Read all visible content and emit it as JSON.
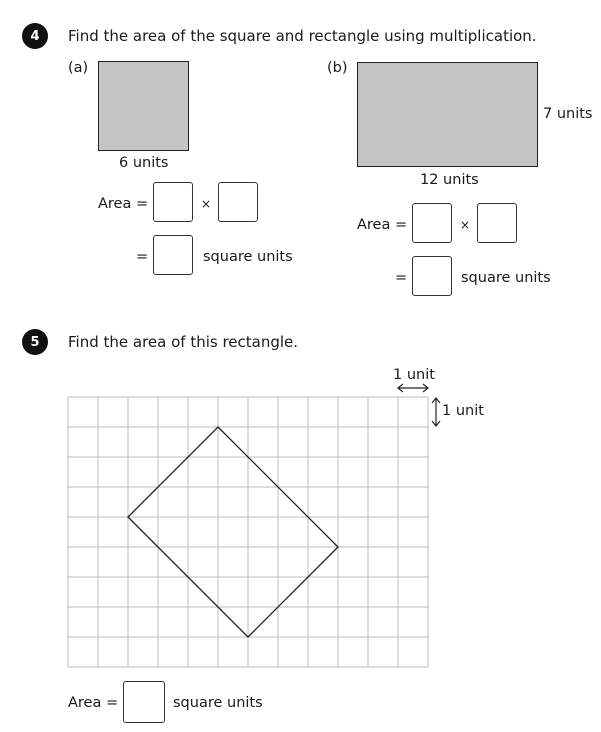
{
  "q4": {
    "number": "4",
    "text": "Find the area of the square and rectangle using multiplication.",
    "part_a": {
      "label": "(a)",
      "side_label": "6 units",
      "area_label": "Area =",
      "times": "×",
      "equals": "=",
      "units": "square units"
    },
    "part_b": {
      "label": "(b)",
      "height_label": "7 units",
      "width_label": "12 units",
      "area_label": "Area =",
      "times": "×",
      "equals": "=",
      "units": "square units"
    }
  },
  "q5": {
    "number": "5",
    "text": "Find the area of this rectangle.",
    "legend_horizontal": "1 unit",
    "legend_vertical": "1 unit",
    "grid": {
      "columns": 12,
      "rows": 9
    },
    "shape_vertices": [
      [
        5,
        1
      ],
      [
        9,
        5
      ],
      [
        6,
        8
      ],
      [
        2,
        4
      ]
    ],
    "area_label": "Area =",
    "units": "square units"
  },
  "colors": {
    "shape_fill": "#c4c4c4",
    "grid_line": "#bdbdbd",
    "outline": "#222222"
  }
}
